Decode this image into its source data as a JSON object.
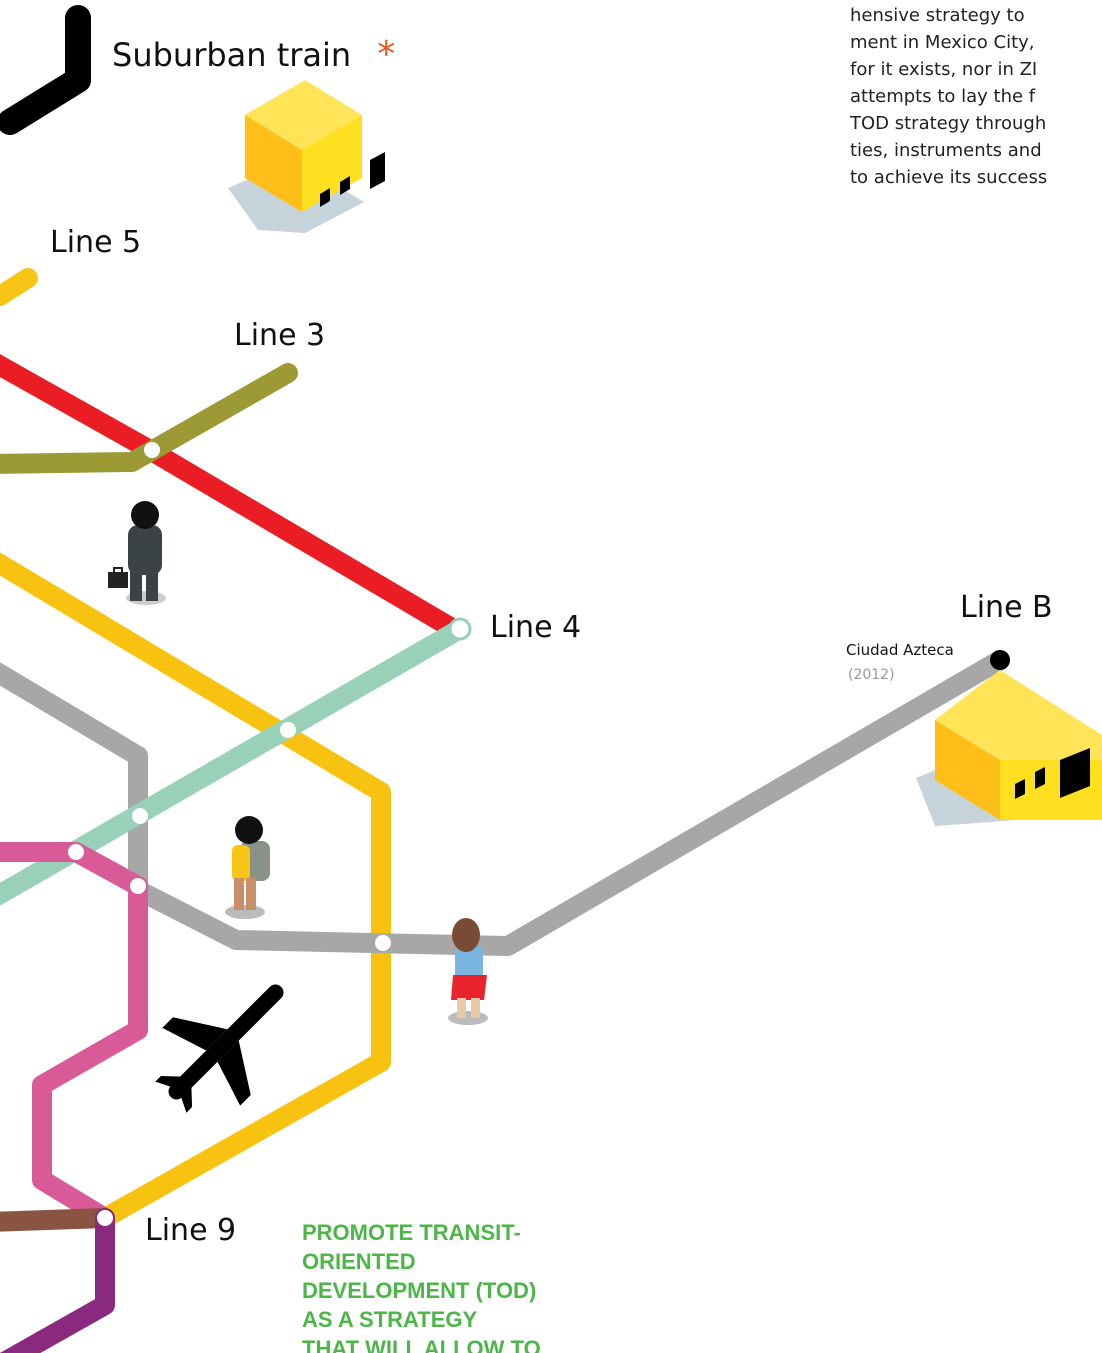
{
  "intro_text": {
    "lines": [
      "hensive strategy to",
      "ment in Mexico City,",
      "for it exists, nor in ZI",
      "attempts to lay the f",
      "TOD strategy through",
      "ties, instruments and",
      "to achieve its success"
    ]
  },
  "lines": {
    "suburban": {
      "label": "Suburban train",
      "marker": "*",
      "color": "#000000"
    },
    "line5": {
      "label": "Line 5",
      "color": "#f6c515"
    },
    "line3": {
      "label": "Line 3",
      "color": "#9c9a35"
    },
    "line4": {
      "label": "Line 4",
      "color": "#98d1b8"
    },
    "lineB": {
      "label": "Line B",
      "color": "#a7a7a7"
    },
    "line9": {
      "label": "Line 9",
      "color": "#8a5442"
    },
    "red_line_color": "#ea1d25",
    "yellow_line_color": "#f7c310",
    "pink_line_color": "#d85b98",
    "purple_line_color": "#8a2a7e"
  },
  "terminal": {
    "station": "Ciudad Azteca",
    "year": "(2012)"
  },
  "headline": {
    "lines": [
      "PROMOTE TRANSIT-",
      "ORIENTED",
      "DEVELOPMENT (TOD)",
      "AS A STRATEGY",
      "THAT WILL ALLOW TO"
    ],
    "color": "#4db648"
  },
  "icons": [
    "building-icon",
    "businessman-icon",
    "backpacker-icon",
    "woman-icon",
    "airplane-icon"
  ]
}
